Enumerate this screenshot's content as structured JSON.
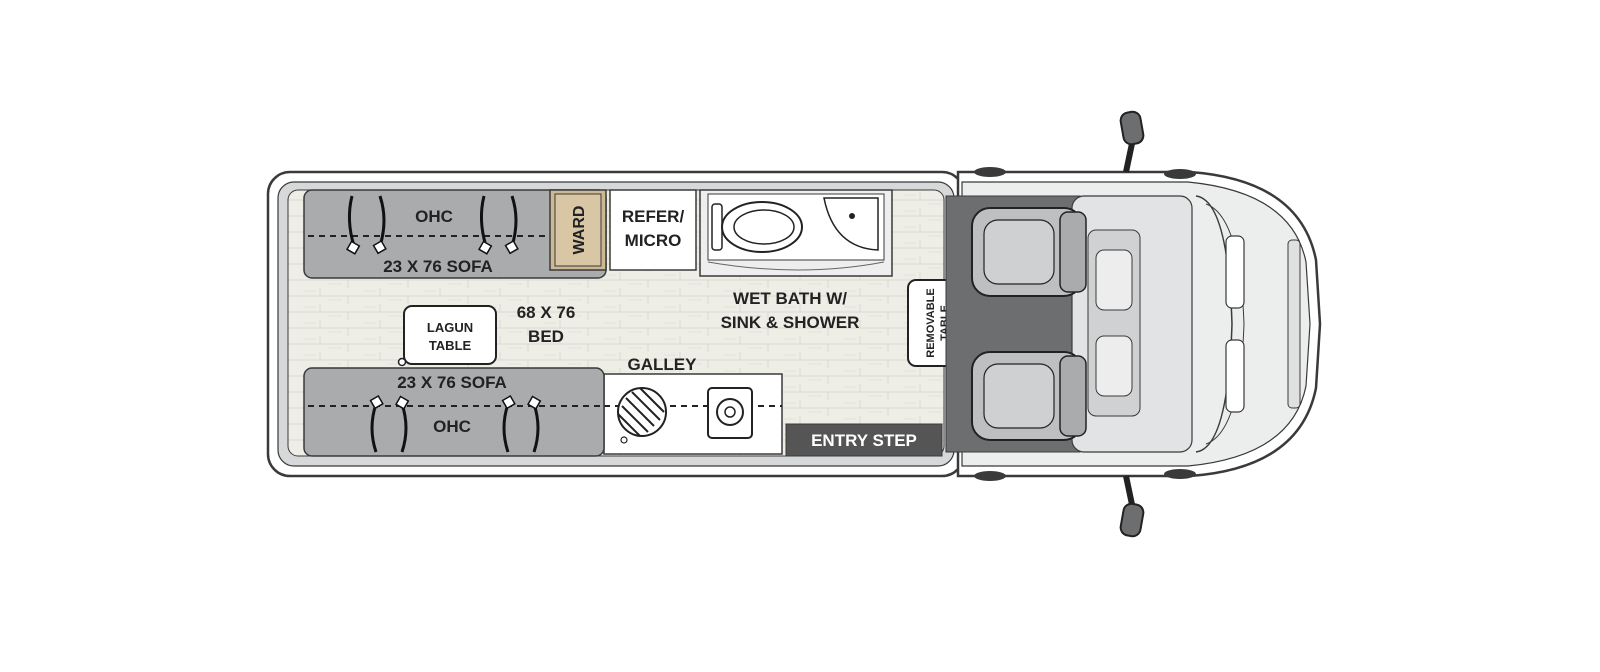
{
  "floorplan": {
    "labels": {
      "ohc_top": "OHC",
      "sofa_top": "23 X 76 SOFA",
      "ward": "WARD",
      "refer_line1": "REFER/",
      "refer_line2": "MICRO",
      "bed_line1": "68 X 76",
      "bed_line2": "BED",
      "lagun_line1": "LAGUN",
      "lagun_line2": "TABLE",
      "wetbath_line1": "WET BATH W/",
      "wetbath_line2": "SINK & SHOWER",
      "removable_line1": "REMOVABLE",
      "removable_line2": "TABLE",
      "galley": "GALLEY",
      "sofa_bottom": "23 X 76 SOFA",
      "ohc_bottom": "OHC",
      "entry_step": "ENTRY STEP"
    },
    "colors": {
      "cabinet_gray": "#a9abad",
      "floor_wood": "#eeede6",
      "wall_outline": "#3a3a3a",
      "ward_wood": "#cdb894",
      "entry_step": "#555555",
      "cab_floor": "#6d6e70"
    },
    "icons": [
      "toilet-icon",
      "shower-pan-icon",
      "stove-burner-icon",
      "sink-icon",
      "seat-icon",
      "mirror-icon"
    ]
  }
}
